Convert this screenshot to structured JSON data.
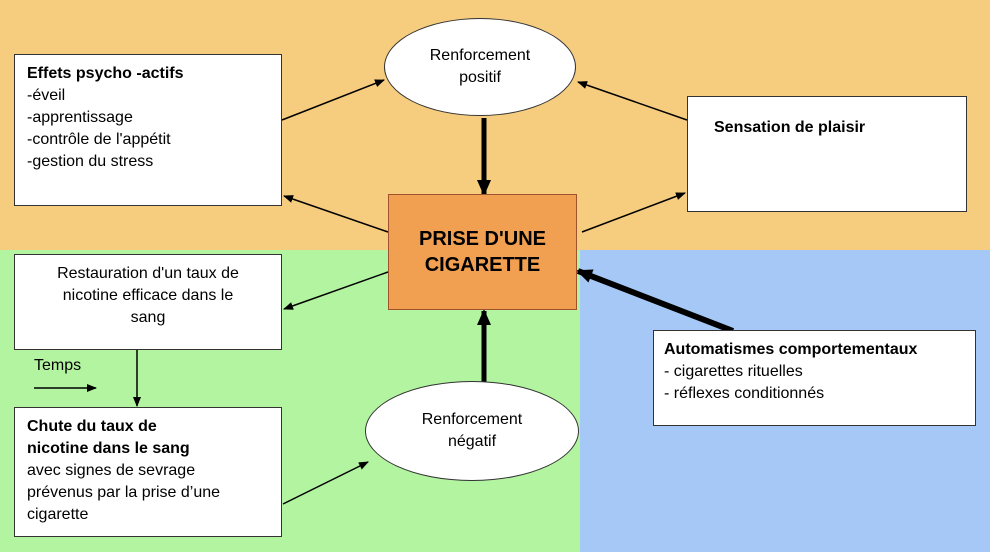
{
  "center": {
    "line1": "PRISE D'UNE",
    "line2": "CIGARETTE"
  },
  "reinforcement_positive": {
    "line1": "Renforcement",
    "line2": "positif"
  },
  "reinforcement_negative": {
    "line1": "Renforcement",
    "line2": "négatif"
  },
  "effects": {
    "title": "Effets  psycho -actifs",
    "items": [
      "-éveil",
      "-apprentissage",
      "-contrôle de l'appétit",
      "-gestion du stress"
    ]
  },
  "pleasure": {
    "title": "Sensation de plaisir"
  },
  "restoration": {
    "lines": [
      "Restauration d'un taux de",
      "nicotine efficace dans le",
      "sang"
    ]
  },
  "time_label": "Temps",
  "nicotine_drop": {
    "title_lines": [
      "Chute du taux de",
      "nicotine dans le sang"
    ],
    "lines": [
      "avec signes de sevrage",
      "prévenus par la prise d’une",
      "cigarette"
    ]
  },
  "automatisms": {
    "title": "Automatismes comportementaux",
    "items": [
      "- cigarettes rituelles",
      "- réflexes conditionnés"
    ]
  },
  "colors": {
    "positive_zone": "#f6cc7e",
    "negative_zone": "#b2f4a0",
    "automatism_zone": "#a6c8f6",
    "center_box": "#f0a050"
  }
}
